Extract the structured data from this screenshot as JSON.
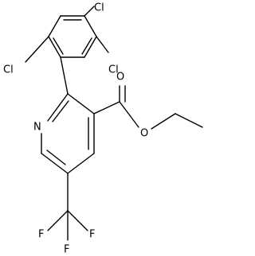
{
  "diagram": {
    "atoms": {
      "cl_top": "Cl",
      "cl_mid": "Cl",
      "cl_left": "Cl",
      "n": "N",
      "o_carbonyl": "O",
      "o_ester": "O",
      "f_left": "F",
      "f_mid": "F",
      "f_right": "F"
    }
  }
}
